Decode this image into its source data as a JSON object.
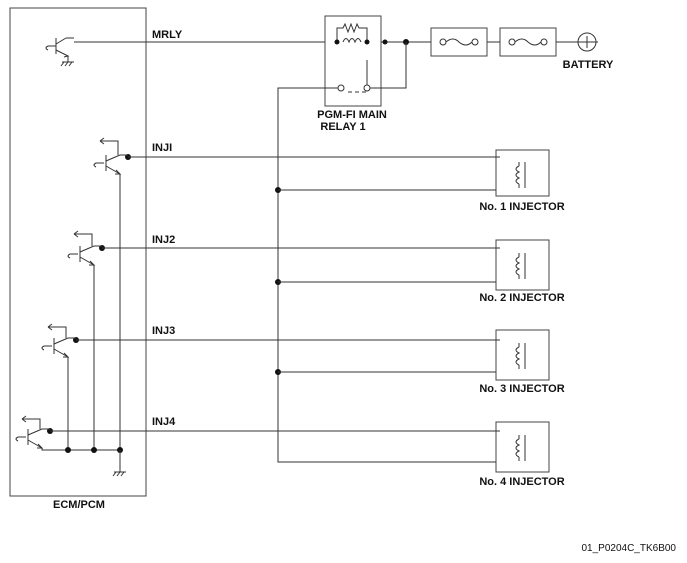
{
  "ecm": {
    "label": "ECM/PCM"
  },
  "signals": {
    "mrly": "MRLY",
    "inj1": "INJI",
    "inj2": "INJ2",
    "inj3": "INJ3",
    "inj4": "INJ4"
  },
  "relay": {
    "line1": "PGM-FI MAIN",
    "line2": "RELAY 1"
  },
  "battery": {
    "label": "BATTERY"
  },
  "injectors": [
    {
      "label": "No. 1 INJECTOR"
    },
    {
      "label": "No. 2 INJECTOR"
    },
    {
      "label": "No. 3 INJECTOR"
    },
    {
      "label": "No. 4 INJECTOR"
    }
  ],
  "figure_code": "01_P0204C_TK6B00"
}
